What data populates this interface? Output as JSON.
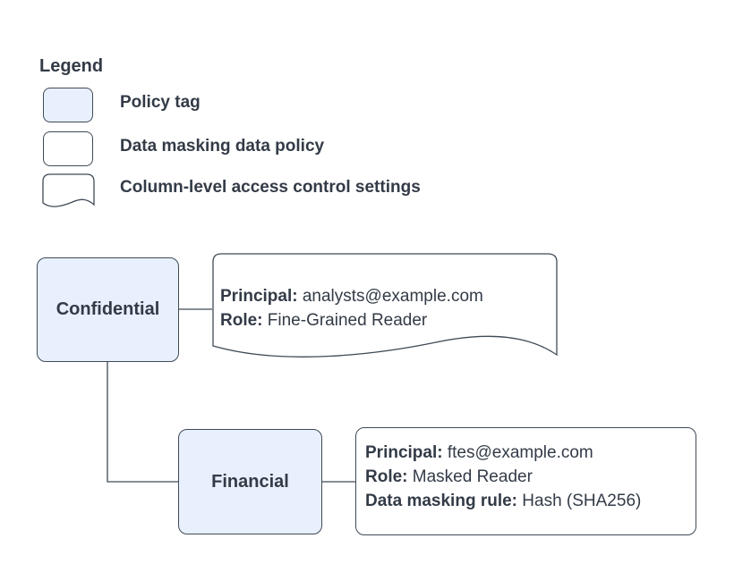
{
  "colors": {
    "node_fill": "#e8f0fe",
    "stroke": "#3f4a56",
    "text": "#333b47",
    "card_fill": "#ffffff"
  },
  "legend": {
    "title": "Legend",
    "items": [
      {
        "shape": "policy-tag",
        "label": "Policy tag"
      },
      {
        "shape": "data-masking-policy",
        "label": "Data masking data policy"
      },
      {
        "shape": "column-access-document",
        "label": "Column-level access control settings"
      }
    ]
  },
  "diagram": {
    "nodes": {
      "confidential": {
        "label": "Confidential"
      },
      "financial": {
        "label": "Financial"
      }
    },
    "confidential_settings": {
      "lines": [
        {
          "label": "Principal:",
          "value": " analysts@example.com"
        },
        {
          "label": "Role:",
          "value": " Fine-Grained Reader"
        }
      ]
    },
    "financial_policy": {
      "lines": [
        {
          "label": "Principal:",
          "value": " ftes@example.com"
        },
        {
          "label": "Role:",
          "value": " Masked Reader"
        },
        {
          "label": "Data masking rule:",
          "value": " Hash (SHA256)"
        }
      ]
    }
  }
}
